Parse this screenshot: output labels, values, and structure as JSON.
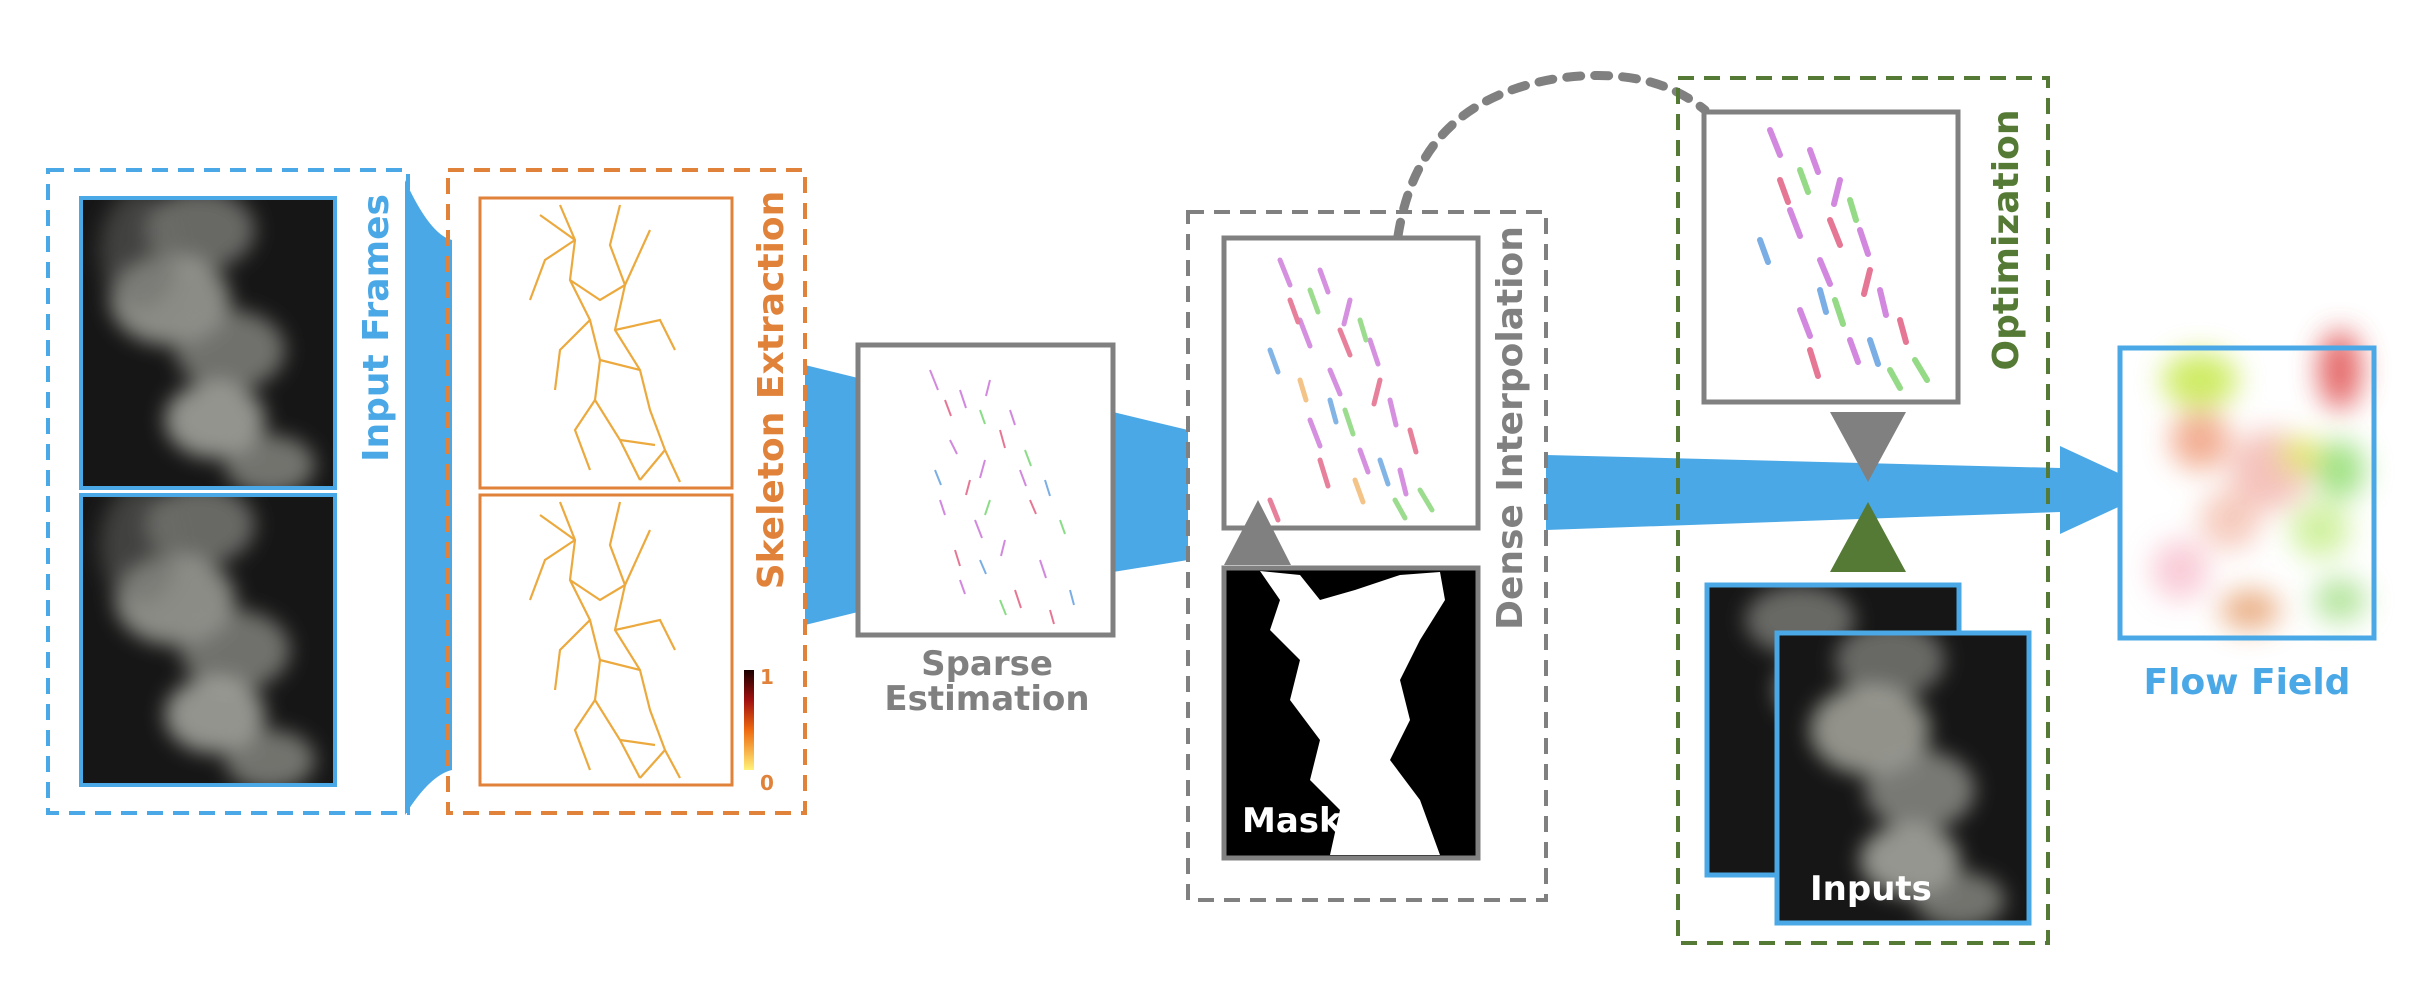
{
  "colors": {
    "blue": "#4aa8e6",
    "orange": "#e0823a",
    "gray": "#808080",
    "green": "#557a35",
    "smoke_bg": "#161616"
  },
  "stages": {
    "input_frames": {
      "label": "Input Frames"
    },
    "skeleton_extraction": {
      "label": "Skeleton Extraction",
      "colorbar_max": "1",
      "colorbar_min": "0"
    },
    "sparse_estimation": {
      "line1": "Sparse",
      "line2": "Estimation"
    },
    "dense_interpolation": {
      "label": "Dense Interpolation",
      "mask_label": "Mask"
    },
    "optimization": {
      "label": "Optimization",
      "inputs_label": "Inputs"
    },
    "flow_field": {
      "label": "Flow Field"
    }
  }
}
